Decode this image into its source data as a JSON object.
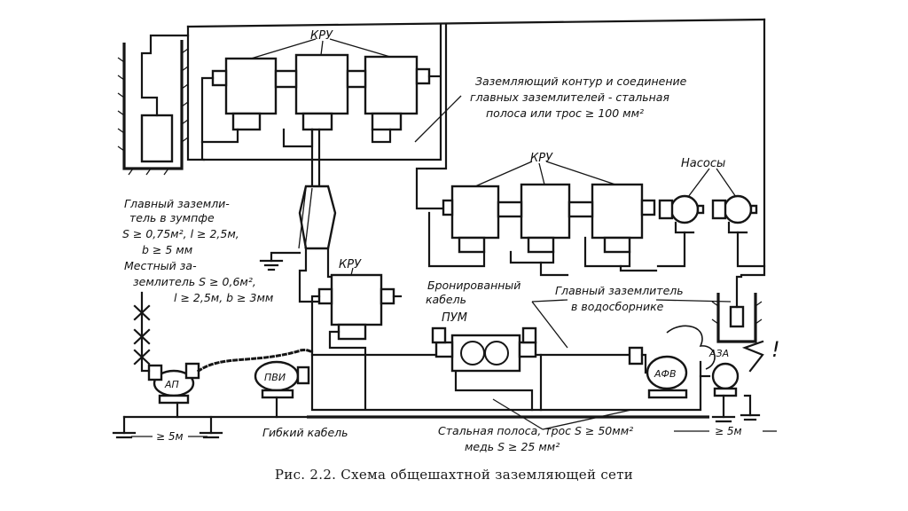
{
  "labels": {
    "kru_top": "КРУ",
    "kru_mid": "КРУ",
    "kru_low": "КРУ",
    "nasosy": "Насосы",
    "contour_1": "Заземляющий контур и соединение",
    "contour_2": "главных заземлителей - стальная",
    "contour_3": "полоса или трос ≥ 100 мм²",
    "glav_zumpf_1": "Главный заземли-",
    "glav_zumpf_2": "тель в зумпфе",
    "glav_zumpf_3": "S ≥ 0,75м², l ≥ 2,5м,",
    "glav_zumpf_4": "b ≥ 5 мм",
    "mestny_1": "Местный за-",
    "mestny_2": "землитель S ≥ 0,6м²,",
    "mestny_3": "l ≥ 2,5м, b ≥ 3мм",
    "bron_1": "Бронированный",
    "bron_2": "кабель",
    "glav_vodo_1": "Главный заземлитель",
    "glav_vodo_2": "в водосборнике",
    "pum": "ПУМ",
    "ap": "АП",
    "pvi": "ПВИ",
    "afv": "АФВ",
    "aza": "АЗА",
    "gibky": "Гибкий кабель",
    "steel_1": "Стальная полоса, трос S ≥ 50мм²",
    "steel_2": "медь S ≥ 25 мм²",
    "dist_left": "≥ 5м",
    "dist_right": "≥ 5м",
    "exclaim": "!"
  },
  "caption": "Рис. 2.2. Схема общешахтной заземляющей сети"
}
